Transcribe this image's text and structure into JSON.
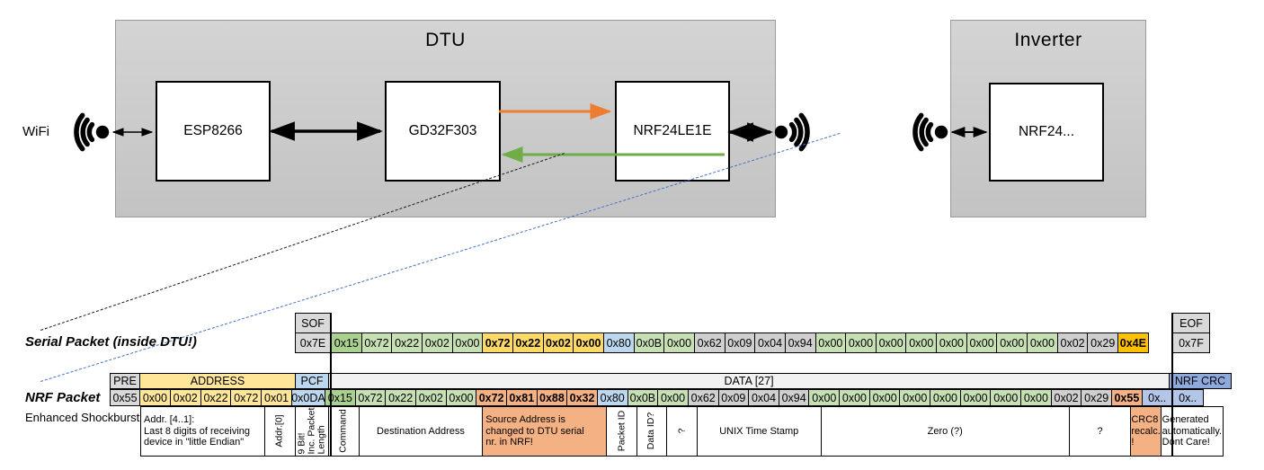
{
  "palette": {
    "gray": "#D9D9D9",
    "gray_mid": "#CFCFCF",
    "gray_pale": "#F2F2F2",
    "green_dark": "#A9D08E",
    "green": "#C6E0B4",
    "gold": "#FFD966",
    "amber": "#FFC000",
    "blue": "#BDD7EE",
    "blue_mid": "#8EA9DB",
    "blue_pale": "#B4C6E7",
    "yellow": "#FFE699",
    "salmon": "#F4B183",
    "white": "#FFFFFF",
    "link_orange": "#ED7D31",
    "link_green": "#70AD47",
    "dash_blue": "#4472C4",
    "dash_black": "#1A1A1A"
  },
  "diagram": {
    "wifi_label": "WiFi",
    "dtu": {
      "title": "DTU",
      "nodes": [
        "ESP8266",
        "GD32F303",
        "NRF24LE1E"
      ]
    },
    "inverter": {
      "title": "Inverter",
      "node": "NRF24..."
    }
  },
  "serial": {
    "label": "Serial Packet (inside DTU!)",
    "sof_header": "SOF",
    "sof": "0x7E",
    "eof_header": "EOF",
    "eof": "0x7F",
    "bytes": [
      {
        "v": "0x15",
        "c": "green_dark"
      },
      {
        "v": "0x72",
        "c": "green"
      },
      {
        "v": "0x22",
        "c": "green"
      },
      {
        "v": "0x02",
        "c": "green"
      },
      {
        "v": "0x00",
        "c": "green"
      },
      {
        "v": "0x72",
        "c": "gold",
        "b": 1
      },
      {
        "v": "0x22",
        "c": "gold",
        "b": 1
      },
      {
        "v": "0x02",
        "c": "gold",
        "b": 1
      },
      {
        "v": "0x00",
        "c": "gold",
        "b": 1
      },
      {
        "v": "0x80",
        "c": "blue"
      },
      {
        "v": "0x0B",
        "c": "green"
      },
      {
        "v": "0x00",
        "c": "green"
      },
      {
        "v": "0x62",
        "c": "gray_mid"
      },
      {
        "v": "0x09",
        "c": "gray_mid"
      },
      {
        "v": "0x04",
        "c": "gray_mid"
      },
      {
        "v": "0x94",
        "c": "gray_mid"
      },
      {
        "v": "0x00",
        "c": "green"
      },
      {
        "v": "0x00",
        "c": "green"
      },
      {
        "v": "0x00",
        "c": "green"
      },
      {
        "v": "0x00",
        "c": "green"
      },
      {
        "v": "0x00",
        "c": "green"
      },
      {
        "v": "0x00",
        "c": "green"
      },
      {
        "v": "0x00",
        "c": "green"
      },
      {
        "v": "0x00",
        "c": "green"
      },
      {
        "v": "0x02",
        "c": "gray_mid"
      },
      {
        "v": "0x29",
        "c": "gray_mid"
      },
      {
        "v": "0x4E",
        "c": "amber",
        "b": 1
      }
    ]
  },
  "nrf": {
    "label": "NRF Packet",
    "sub_label": "Enhanced Shockburst",
    "headers": [
      {
        "t": "PRE",
        "c": "gray"
      },
      {
        "t": "ADDRESS",
        "c": "yellow"
      },
      {
        "t": "PCF",
        "c": "blue"
      },
      {
        "t": "DATA [27]",
        "c": "gray_pale"
      },
      {
        "t": "NRF CRC",
        "c": "blue_mid"
      }
    ],
    "prefix_bytes": [
      {
        "v": "0x55",
        "c": "gray"
      },
      {
        "v": "0x00",
        "c": "yellow"
      },
      {
        "v": "0x02",
        "c": "yellow"
      },
      {
        "v": "0x22",
        "c": "yellow"
      },
      {
        "v": "0x72",
        "c": "yellow"
      },
      {
        "v": "0x01",
        "c": "yellow"
      },
      {
        "v": "0x0DA",
        "c": "blue"
      }
    ],
    "data_bytes": [
      {
        "v": "0x15",
        "c": "green_dark"
      },
      {
        "v": "0x72",
        "c": "green"
      },
      {
        "v": "0x22",
        "c": "green"
      },
      {
        "v": "0x02",
        "c": "green"
      },
      {
        "v": "0x00",
        "c": "green"
      },
      {
        "v": "0x72",
        "c": "salmon",
        "b": 1
      },
      {
        "v": "0x81",
        "c": "salmon",
        "b": 1
      },
      {
        "v": "0x88",
        "c": "salmon",
        "b": 1
      },
      {
        "v": "0x32",
        "c": "salmon",
        "b": 1
      },
      {
        "v": "0x80",
        "c": "blue"
      },
      {
        "v": "0x0B",
        "c": "green"
      },
      {
        "v": "0x00",
        "c": "green"
      },
      {
        "v": "0x62",
        "c": "gray_mid"
      },
      {
        "v": "0x09",
        "c": "gray_mid"
      },
      {
        "v": "0x04",
        "c": "gray_mid"
      },
      {
        "v": "0x94",
        "c": "gray_mid"
      },
      {
        "v": "0x00",
        "c": "green"
      },
      {
        "v": "0x00",
        "c": "green"
      },
      {
        "v": "0x00",
        "c": "green"
      },
      {
        "v": "0x00",
        "c": "green"
      },
      {
        "v": "0x00",
        "c": "green"
      },
      {
        "v": "0x00",
        "c": "green"
      },
      {
        "v": "0x00",
        "c": "green"
      },
      {
        "v": "0x00",
        "c": "green"
      },
      {
        "v": "0x02",
        "c": "gray_mid"
      },
      {
        "v": "0x29",
        "c": "gray_mid"
      },
      {
        "v": "0x55",
        "c": "salmon",
        "b": 1
      }
    ],
    "crc_bytes": [
      {
        "v": "0x..",
        "c": "blue_pale"
      },
      {
        "v": "0x..",
        "c": "blue_pale"
      }
    ],
    "annotations": [
      {
        "t": "Addr. [4..1]:\nLast 8 digits of receiving\ndevice in \"little Endian\"",
        "span": 4,
        "c": "white",
        "align": "left"
      },
      {
        "t": "Addr.[0]",
        "span": 1,
        "c": "white",
        "vertical": true
      },
      {
        "t": "9 Bit!\nInc. Packet\nLength",
        "span": 1,
        "c": "white",
        "vertical": true
      },
      {
        "t": "Command",
        "span": 1,
        "c": "white",
        "vertical": true
      },
      {
        "t": "Destination Address",
        "span": 4,
        "c": "white",
        "align": "center"
      },
      {
        "t": "Source Address is\nchanged to DTU serial\nnr. in NRF!",
        "span": 4,
        "c": "salmon",
        "align": "left"
      },
      {
        "t": "Packet ID",
        "span": 1,
        "c": "white",
        "vertical": true
      },
      {
        "t": "Data ID?",
        "span": 1,
        "c": "white",
        "vertical": true
      },
      {
        "t": "?",
        "span": 1,
        "c": "white",
        "vertical": true
      },
      {
        "t": "UNIX Time Stamp",
        "span": 4,
        "c": "white",
        "align": "center"
      },
      {
        "t": "Zero (?)",
        "span": 8,
        "c": "white",
        "align": "center"
      },
      {
        "t": "?",
        "span": 2,
        "c": "white",
        "align": "center"
      },
      {
        "t": "CRC8\nrecalc.\n!",
        "span": 1,
        "c": "salmon",
        "align": "center"
      },
      {
        "t": "Generated\nautomatically.\nDont Care!",
        "span": 2,
        "c": "white",
        "align": "center"
      }
    ]
  }
}
